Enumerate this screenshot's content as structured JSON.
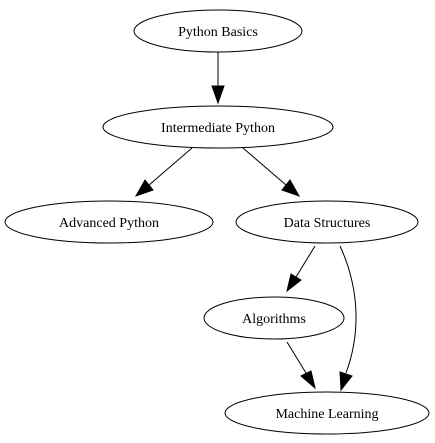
{
  "diagram": {
    "nodes": {
      "python_basics": "Python Basics",
      "intermediate_python": "Intermediate Python",
      "advanced_python": "Advanced Python",
      "data_structures": "Data Structures",
      "algorithms": "Algorithms",
      "machine_learning": "Machine Learning"
    },
    "edges": [
      {
        "from": "python_basics",
        "to": "intermediate_python"
      },
      {
        "from": "intermediate_python",
        "to": "advanced_python"
      },
      {
        "from": "intermediate_python",
        "to": "data_structures"
      },
      {
        "from": "data_structures",
        "to": "algorithms"
      },
      {
        "from": "data_structures",
        "to": "machine_learning"
      },
      {
        "from": "algorithms",
        "to": "machine_learning"
      }
    ]
  }
}
